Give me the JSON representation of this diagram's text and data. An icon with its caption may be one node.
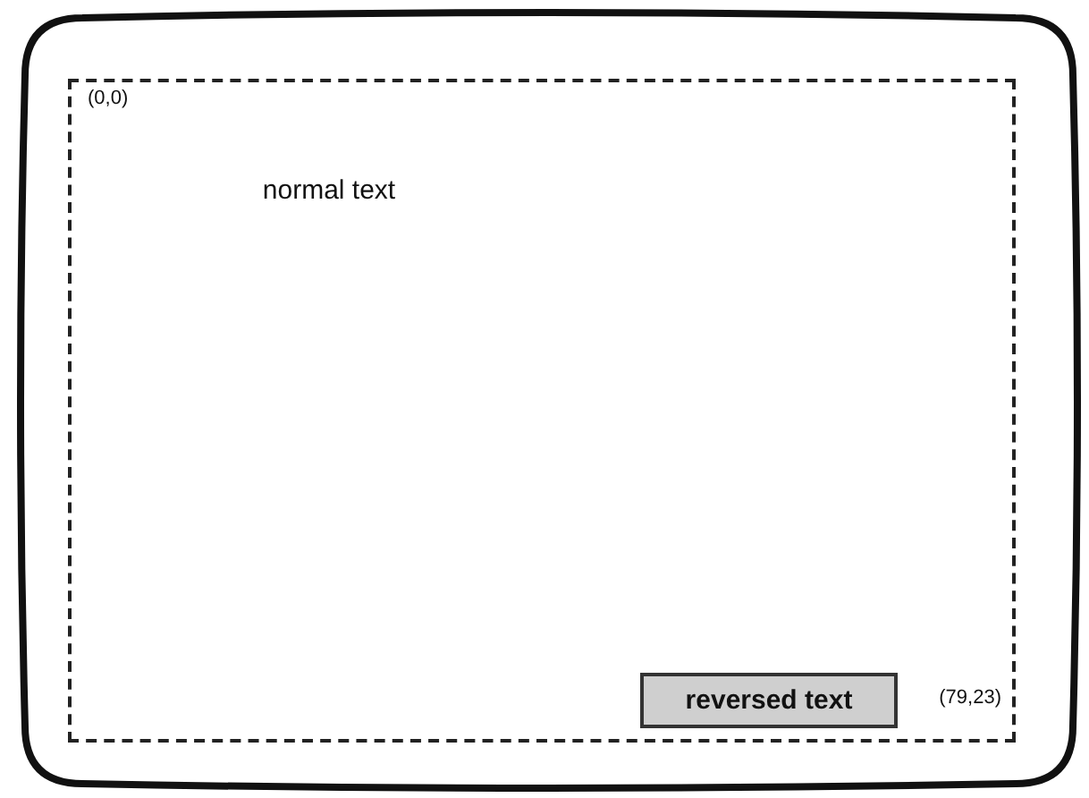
{
  "diagram": {
    "nodes": [
      {
        "text": [],
        "shape": "box"
      },
      {
        "text": [
          "(0,0)",
          "normal text",
          "(79,23)"
        ],
        "in": 0
      },
      {
        "text": [
          "reversed text"
        ],
        "in": 1
      }
    ]
  }
}
